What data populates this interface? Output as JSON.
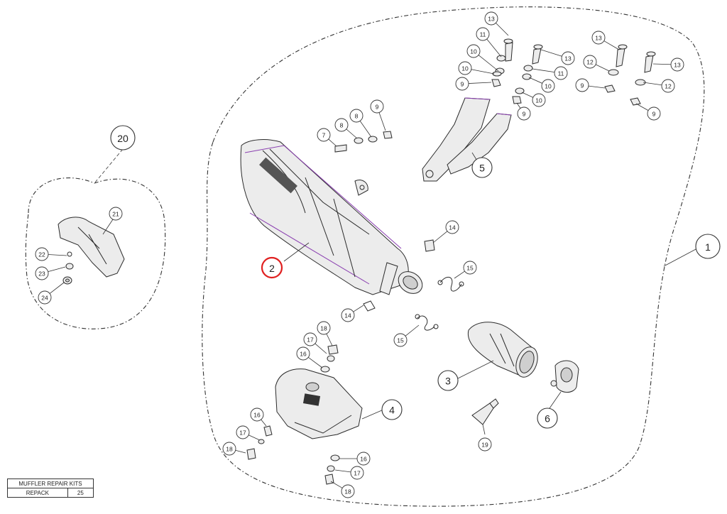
{
  "assembly": {
    "main_label": "1",
    "kit_label": "20",
    "highlighted_label": "2",
    "highlight_color": "#e02020",
    "line_color": "#2b2b2b",
    "accent_color": "#8a3fb0"
  },
  "callouts": [
    {
      "id": "c13a",
      "label": "13"
    },
    {
      "id": "c11a",
      "label": "11"
    },
    {
      "id": "c10a",
      "label": "10"
    },
    {
      "id": "c10b",
      "label": "10"
    },
    {
      "id": "c9a",
      "label": "9"
    },
    {
      "id": "c13b",
      "label": "13"
    },
    {
      "id": "c11b",
      "label": "11"
    },
    {
      "id": "c10c",
      "label": "10"
    },
    {
      "id": "c10d",
      "label": "10"
    },
    {
      "id": "c9b",
      "label": "9"
    },
    {
      "id": "c13c",
      "label": "13"
    },
    {
      "id": "c12a",
      "label": "12"
    },
    {
      "id": "c9c",
      "label": "9"
    },
    {
      "id": "c13d",
      "label": "13"
    },
    {
      "id": "c12b",
      "label": "12"
    },
    {
      "id": "c9d",
      "label": "9"
    },
    {
      "id": "c7",
      "label": "7"
    },
    {
      "id": "c8a",
      "label": "8"
    },
    {
      "id": "c8b",
      "label": "8"
    },
    {
      "id": "c9e",
      "label": "9"
    },
    {
      "id": "c5",
      "label": "5"
    },
    {
      "id": "c21",
      "label": "21"
    },
    {
      "id": "c22",
      "label": "22"
    },
    {
      "id": "c23",
      "label": "23"
    },
    {
      "id": "c24",
      "label": "24"
    },
    {
      "id": "c14a",
      "label": "14"
    },
    {
      "id": "c15a",
      "label": "15"
    },
    {
      "id": "c14b",
      "label": "14"
    },
    {
      "id": "c15b",
      "label": "15"
    },
    {
      "id": "c18a",
      "label": "18"
    },
    {
      "id": "c17a",
      "label": "17"
    },
    {
      "id": "c16a",
      "label": "16"
    },
    {
      "id": "c3",
      "label": "3"
    },
    {
      "id": "c6",
      "label": "6"
    },
    {
      "id": "c4",
      "label": "4"
    },
    {
      "id": "c19",
      "label": "19"
    },
    {
      "id": "c16b",
      "label": "16"
    },
    {
      "id": "c17b",
      "label": "17"
    },
    {
      "id": "c18b",
      "label": "18"
    },
    {
      "id": "c16c",
      "label": "16"
    },
    {
      "id": "c17c",
      "label": "17"
    },
    {
      "id": "c18c",
      "label": "18"
    }
  ],
  "kit_table": {
    "title": "MUFFLER REPAIR KITS",
    "rows": [
      {
        "name": "REPACK",
        "value": "25"
      }
    ]
  }
}
